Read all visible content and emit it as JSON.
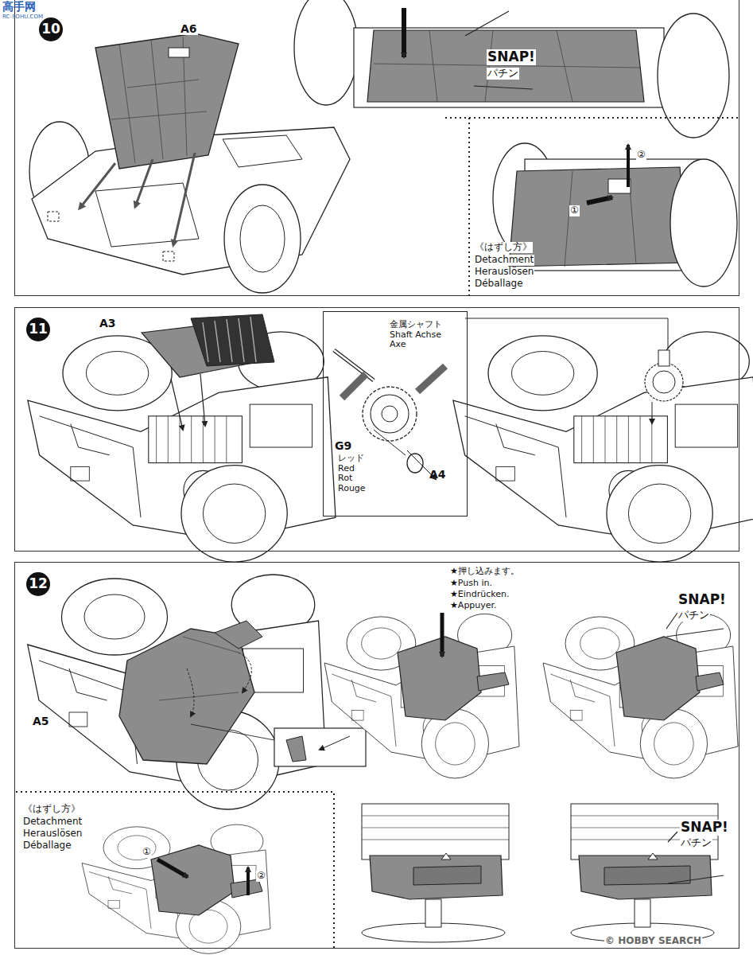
{
  "diagram": {
    "nodes": [
      {
        "text": [
          "10"
        ]
      },
      {
        "text": [
          "11"
        ]
      },
      {
        "text": [
          "金属シャフト Shaft Achse Axe",
          "G9",
          "レッド Red Rot Rouge",
          "A4"
        ],
        "in": 1
      },
      {
        "text": [
          "12"
        ]
      }
    ],
    "labels": [
      "高手网",
      "RC-SOHU.COM",
      "A6",
      "SNAP!",
      "パチン",
      "①",
      "②",
      "《はずし方》",
      "Detachment",
      "Herauslösen",
      "Déballage",
      "A3",
      "A5",
      "★押し込みます。",
      "★Push in.",
      "★Eindrücken.",
      "★Appuyer.",
      "SNAP!",
      "パチン",
      "《はずし方》",
      "Detachment",
      "Herauslösen",
      "Déballage",
      "①",
      "②",
      "SNAP!",
      "パチン",
      "© HOBBY SEARCH"
    ]
  }
}
